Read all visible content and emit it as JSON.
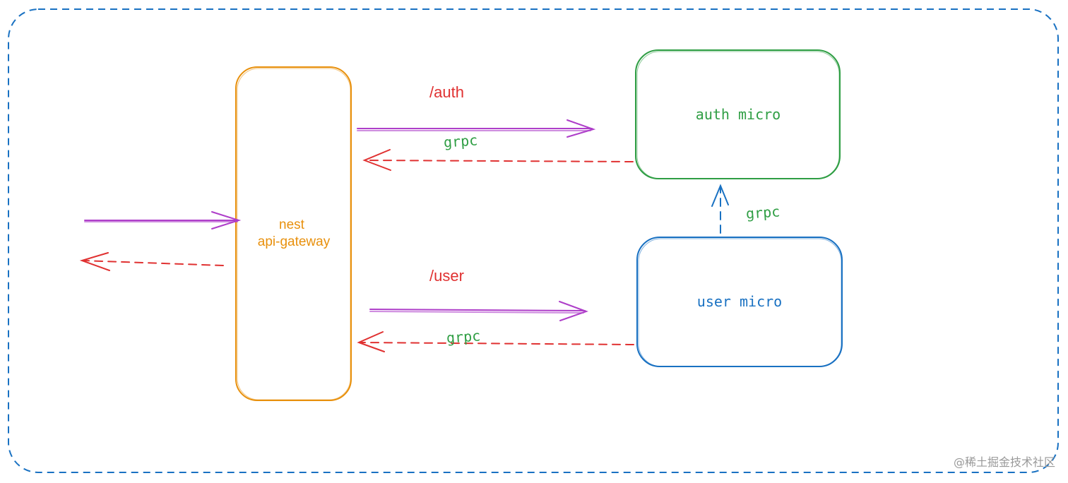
{
  "nodes": {
    "gateway": {
      "line1": "nest",
      "line2": "api-gateway",
      "color": "#e8900c"
    },
    "auth": {
      "label": "auth micro",
      "color": "#2f9e44"
    },
    "user": {
      "label": "user micro",
      "color": "#1971c2"
    }
  },
  "routes": {
    "auth": "/auth",
    "user": "/user"
  },
  "protocol_labels": {
    "auth_link": "grpc",
    "auth_user_link": "grpc",
    "user_link": "grpc"
  },
  "colors": {
    "request_arrow": "#ae3ec9",
    "response_arrow": "#e03131",
    "route_text": "#e03131",
    "protocol_text": "#2f9e44",
    "boundary": "#1971c2"
  },
  "watermark": "@稀土掘金技术社区"
}
